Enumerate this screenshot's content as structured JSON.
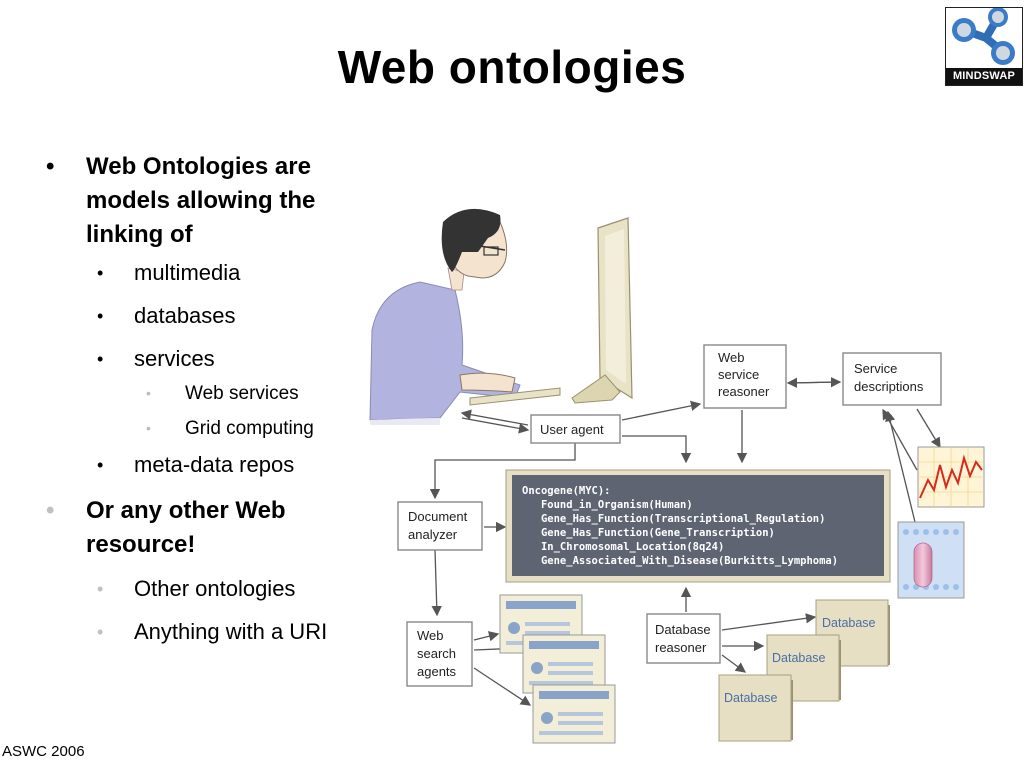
{
  "slide": {
    "title": "Web ontologies",
    "footer": "ASWC 2006",
    "logo_text": "MINDSWAP"
  },
  "bullets": {
    "b1": "Web Ontologies are models allowing the linking of",
    "b1_items": [
      "multimedia",
      "databases",
      "services",
      "meta-data repos"
    ],
    "services_sub": [
      "Web services",
      "Grid computing"
    ],
    "b2": "Or any other Web resource!",
    "b2_items": [
      "Other ontologies",
      "Anything with a URI"
    ]
  },
  "diagram": {
    "user_agent": "User agent",
    "web_service_reasoner": [
      "Web",
      "service",
      "reasoner"
    ],
    "service_descriptions": [
      "Service",
      "descriptions"
    ],
    "document_analyzer": [
      "Document",
      "analyzer"
    ],
    "web_search_agents": [
      "Web",
      "search",
      "agents"
    ],
    "database_reasoner": [
      "Database",
      "reasoner"
    ],
    "database_label": "Database",
    "code_lines": [
      "Oncogene(MYC):",
      "   Found_in_Organism(Human)",
      "   Gene_Has_Function(Transcriptional_Regulation)",
      "   Gene_Has_Function(Gene_Transcription)",
      "   In_Chromosomal_Location(8q24)",
      "   Gene_Associated_With_Disease(Burkitts_Lymphoma)"
    ]
  },
  "colors": {
    "shirt": "#b3b3df",
    "monitor": "#e8e2c6",
    "code_bg": "#5e6472",
    "database": "#e6dfc3",
    "chart_line": "#d62a1e",
    "cell_blue": "#cfe0f5"
  }
}
